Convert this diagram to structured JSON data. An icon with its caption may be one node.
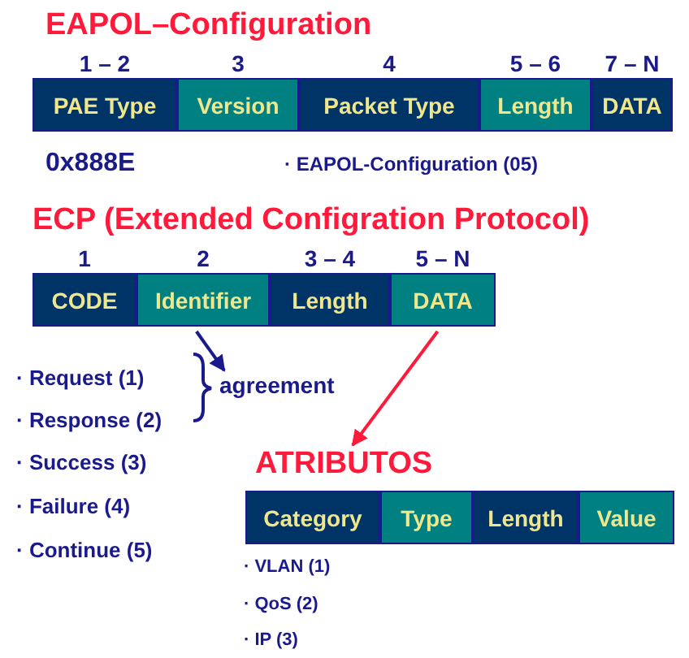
{
  "diagram": {
    "nodes": [
      {
        "text": [
          "EAPOL–Configuration"
        ]
      },
      {
        "text": [
          "PAE Type"
        ],
        "in": 0,
        "beside": [
          "1 – 2"
        ]
      },
      {
        "text": [
          "Version"
        ],
        "in": 0,
        "beside": [
          "3"
        ]
      },
      {
        "text": [
          "Packet Type"
        ],
        "in": 0,
        "beside": [
          "4"
        ]
      },
      {
        "text": [
          "Length"
        ],
        "in": 0,
        "beside": [
          "5 – 6"
        ]
      },
      {
        "text": [
          "DATA"
        ],
        "in": 0,
        "beside": [
          "7 – N"
        ]
      },
      {
        "text": [
          "ECP (Extended Configration Protocol)"
        ]
      },
      {
        "text": [
          "CODE"
        ],
        "in": 6,
        "beside": [
          "1"
        ]
      },
      {
        "text": [
          "Identifier"
        ],
        "in": 6,
        "beside": [
          "2"
        ]
      },
      {
        "text": [
          "Length"
        ],
        "in": 6,
        "beside": [
          "3 – 4"
        ]
      },
      {
        "text": [
          "DATA"
        ],
        "in": 6,
        "beside": [
          "5 – N"
        ]
      },
      {
        "text": [
          "agreement"
        ]
      },
      {
        "text": [
          "ATRIBUTOS"
        ]
      },
      {
        "text": [
          "Category"
        ],
        "in": 12
      },
      {
        "text": [
          "Type"
        ],
        "in": 12
      },
      {
        "text": [
          "Length"
        ],
        "in": 12
      },
      {
        "text": [
          "Value"
        ],
        "in": 12
      }
    ],
    "edges": [
      {
        "from": 8,
        "to": 11,
        "arrow": "to",
        "color": "#1a1a8c"
      },
      {
        "from": 10,
        "to": 12,
        "arrow": "to",
        "color": "#ff1a3c"
      }
    ],
    "labels": [
      "0x888E",
      "· EAPOL-Configuration (05)",
      "· Request (1)",
      "· Response (2)",
      "· Success (3)",
      "· Failure (4)",
      "· Continue (5)",
      "· VLAN (1)",
      "· QoS (2)",
      "· IP (3)"
    ]
  }
}
